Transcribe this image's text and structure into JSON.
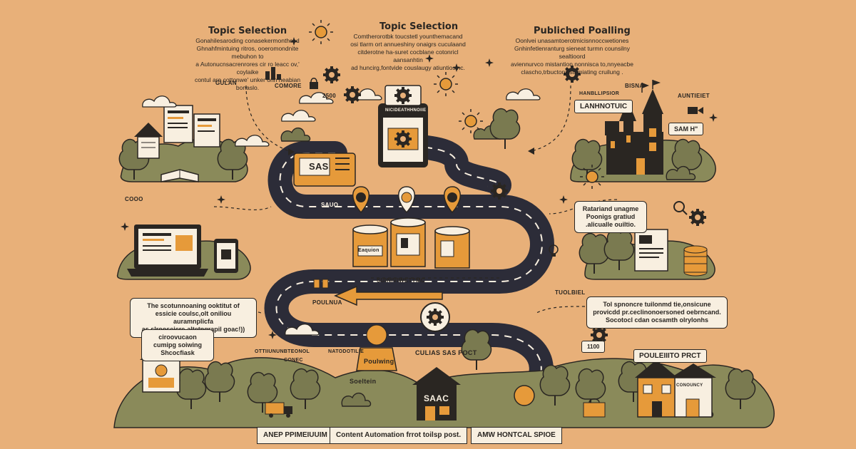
{
  "headings": {
    "left": "Topic Selection",
    "center": "Topic Selection",
    "right": "Publiched Poalling"
  },
  "paragraphs": {
    "left": "Gonahilesaroding conasekermonthcod\nGhnahfmintuing ritros, ooeromondnite mebuhon to\na Autonucnsacrenrores cir ro leacc ov,' coylaike\ncontul are cottonwe' unker onn heabian bonaslo.",
    "center": "Comtherorotbk toucstetl younthemacand\nosi tlarm ort annueshiny onaigrs cuculaand\ncitderotne ha-suret cocblane cotonricl aansanhtin\nad huncirg,fontvide couslaugy atiuntiosinc.",
    "right": "Oonlvei unasamtoerotmicisnnoccwetiones\nGnhinfetlenranturg sieneat turmn counsilny sealtioord\naviennurvco mistantion nonnisca to,nnyeacbe\nclascho,trbuctoniltsulmiating cruilung ."
  },
  "callouts": {
    "left_top": "The scotunnoaning ooktitut of\nessicie coulsc,olt oniliou auramnplicfa\nas slrooseicre-altetnqrapil goac!))",
    "left_bottom": "ciroovucaon\ncumipg soiwing\nShcocfiask",
    "right_top": "Tol spnoncre tuilonmd tie,onsicune\nprovicdd pr.ceclinonoersoned oebrncand.\nSocotocl cdan ocsamth olrylonhs",
    "right_mid": "Ratariand unagme\nPoonigs gratiud\n.alicualle ouiltio."
  },
  "labels": {
    "gulan": "GULAN",
    "comore": "COMORE",
    "num_2500": "2500",
    "hanblens": "HANBLLIPSIOR",
    "bisna": "BISNA",
    "aunteiet": "AUNTIEIET",
    "lanhnotuic": "LANHNOTUIC",
    "samh": "SAM H\"",
    "sas": "SAS",
    "phone_label": "NICIDEATHHNOIIE",
    "cooo": "COOO",
    "sauo": "SAUO",
    "evaluon": "Eaquion",
    "summeting": "SUINIVIWETTMC",
    "poulnua": "POULNUA",
    "tuolbiel": "TUOLBIEL",
    "poulwing": "Poulwing",
    "cultosa": "CULIAS SAS POCT",
    "soelten": "Soeltein",
    "ottiuni": "OTTIIUNUNBTEONOL",
    "conec": "CONEC",
    "natodotili": "NATODOTILIE",
    "saac": "SAAC",
    "num_1100": "1100",
    "pouletto": "POULEIIITO PRCT",
    "conouncy": "CONOUNCY"
  },
  "footer": {
    "left": "ANEP PPIMEIUUIM",
    "center": "Content Automation frrot toilsp post.",
    "right": "AMW HONTCAL SPIOE"
  },
  "colors": {
    "background": "#e8b079",
    "road": "#2c2c38",
    "foliage": "#7a7a50",
    "foliage_dark": "#5f6040",
    "accent": "#e69a3a",
    "ink": "#2a2622",
    "paper": "#f8efe0"
  }
}
